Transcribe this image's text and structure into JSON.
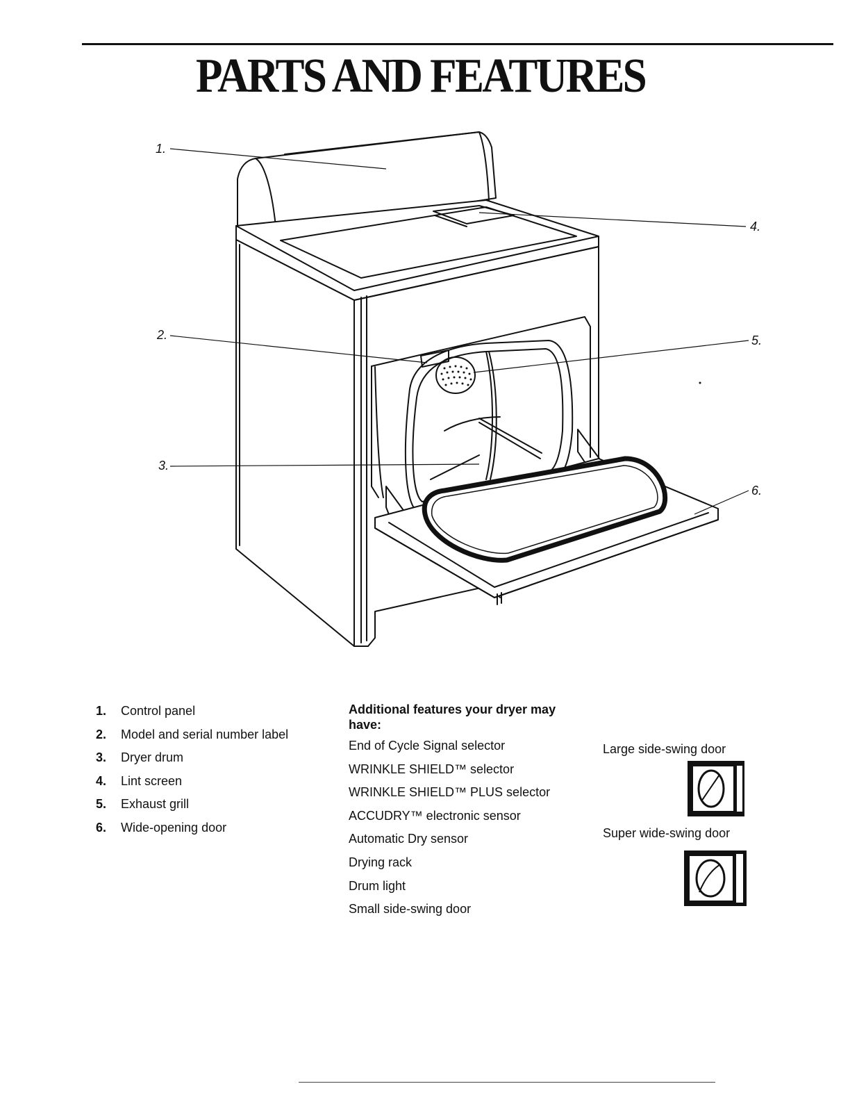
{
  "header": {
    "title": "PARTS AND FEATURES"
  },
  "callouts": [
    "1.",
    "2.",
    "3.",
    "4.",
    "5.",
    "6."
  ],
  "parts": [
    {
      "num": "1.",
      "label": "Control panel"
    },
    {
      "num": "2.",
      "label": "Model and serial number label"
    },
    {
      "num": "3.",
      "label": "Dryer drum"
    },
    {
      "num": "4.",
      "label": "Lint screen"
    },
    {
      "num": "5.",
      "label": "Exhaust grill"
    },
    {
      "num": "6.",
      "label": "Wide-opening door"
    }
  ],
  "features": {
    "heading": "Additional features your dryer may have:",
    "items": [
      "End of Cycle Signal selector",
      "WRINKLE SHIELD™ selector",
      "WRINKLE SHIELD™ PLUS selector",
      "ACCUDRY™ electronic sensor",
      "Automatic Dry sensor",
      "Drying rack",
      "Drum light",
      "Small side-swing door"
    ]
  },
  "doors": [
    {
      "label": "Large side-swing door",
      "icon": "large-side-swing-door-icon"
    },
    {
      "label": "Super wide-swing door",
      "icon": "super-wide-swing-door-icon"
    }
  ]
}
